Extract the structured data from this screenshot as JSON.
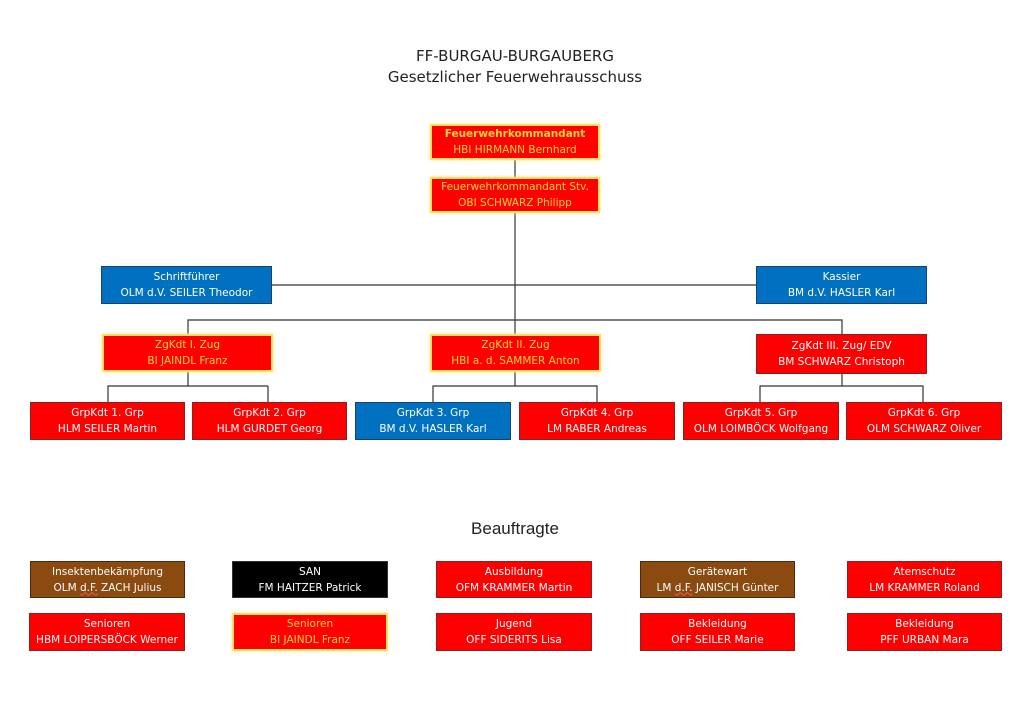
{
  "header": {
    "title": "FF-BURGAU-BURGAUBERG",
    "subtitle": "Gesetzlicher Feuerwehrausschuss"
  },
  "commander": {
    "role": "Feuerwehrkommandant",
    "name": "HBI HIRMANN Bernhard"
  },
  "deputy": {
    "role": "Feuerwehrkommandant Stv.",
    "name": "OBI SCHWARZ Philipp"
  },
  "secretary": {
    "role": "Schriftführer",
    "name": "OLM d.V. SEILER Theodor"
  },
  "treasurer": {
    "role": "Kassier",
    "name": "BM d.V. HASLER Karl"
  },
  "platoons": [
    {
      "role": "ZgKdt I. Zug",
      "name": "BI JAINDL Franz"
    },
    {
      "role": "ZgKdt II. Zug",
      "name": "HBI a. d. SAMMER Anton"
    },
    {
      "role": "ZgKdt III. Zug/ EDV",
      "name": "BM SCHWARZ Christoph"
    }
  ],
  "groups": [
    {
      "role": "GrpKdt 1. Grp",
      "name": "HLM SEILER Martin"
    },
    {
      "role": "GrpKdt 2. Grp",
      "name": "HLM GURDET Georg"
    },
    {
      "role": "GrpKdt 3. Grp",
      "name": "BM d.V. HASLER Karl"
    },
    {
      "role": "GrpKdt 4. Grp",
      "name": "LM RABER Andreas"
    },
    {
      "role": "GrpKdt 5. Grp",
      "name": "OLM LOIMBÖCK Wolfgang"
    },
    {
      "role": "GrpKdt 6. Grp",
      "name": "OLM SCHWARZ Oliver"
    }
  ],
  "delegates_heading": "Beauftragte",
  "delegates": [
    {
      "role": "Insektenbekämpfung",
      "name_prefix": "OLM",
      "name_marked": "d.F.",
      "name_suffix": "ZACH Julius"
    },
    {
      "role": "SAN",
      "name": "FM HAITZER Patrick"
    },
    {
      "role": "Ausbildung",
      "name": "OFM KRAMMER Martin"
    },
    {
      "role": "Gerätewart",
      "name_prefix": "LM",
      "name_marked": "d.F.",
      "name_suffix": "JANISCH Günter"
    },
    {
      "role": "Atemschutz",
      "name": "LM KRAMMER Roland"
    },
    {
      "role": "Senioren",
      "name": "HBM LOIPERSBÖCK Werner"
    },
    {
      "role": "Senioren",
      "name": "BI JAINDL Franz"
    },
    {
      "role": "Jugend",
      "name": "OFF SIDERITS Lisa"
    },
    {
      "role": "Bekleidung",
      "name": "OFF SEILER Marie"
    },
    {
      "role": "Bekleidung",
      "name": "PFF URBAN Mara"
    }
  ],
  "colors": {
    "red": "#ff0000",
    "blue": "#0070c0",
    "brown": "#8b4a0f",
    "black": "#000000",
    "gold_text": "#ffd633"
  }
}
